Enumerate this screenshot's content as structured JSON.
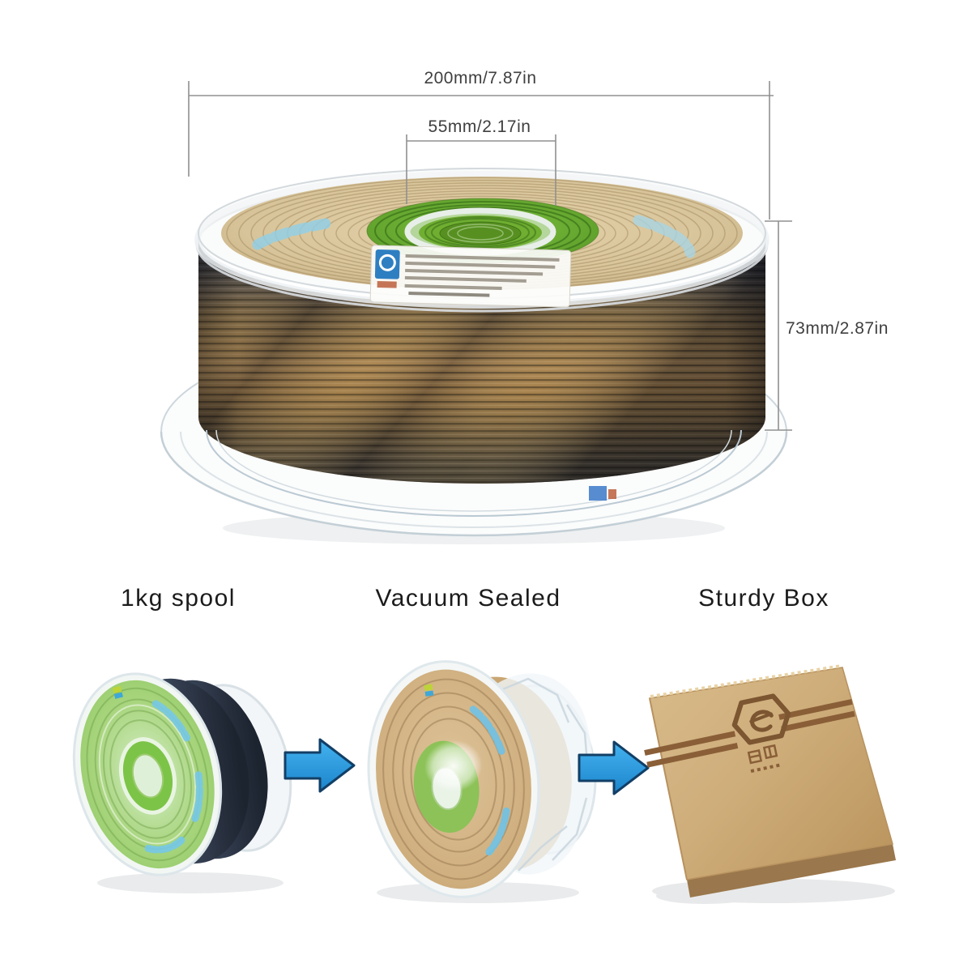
{
  "background": "#ffffff",
  "annotations": {
    "outer_diameter": "200mm/7.87in",
    "hub_diameter": "55mm/2.17in",
    "spool_height": "73mm/2.87in",
    "line_color": "#909090",
    "text_color": "#3f3f3f"
  },
  "features": [
    {
      "label": "1kg spool"
    },
    {
      "label": "Vacuum Sealed"
    },
    {
      "label": "Sturdy Box"
    }
  ],
  "arrow": {
    "fill_top": "#45b3f0",
    "fill_bottom": "#1b84cb",
    "outline": "#123f66"
  },
  "spool": {
    "filament_gold": "#ab8450",
    "filament_dark": "#3f4046",
    "top_coils_tan": "#d8c49a",
    "hub_green": "#6fb52f",
    "flange_tint": "#dfe7ec",
    "drum_navy": "#2b3446"
  },
  "box": {
    "kraft": "#cead7a",
    "stripe": "#8a5f38"
  }
}
